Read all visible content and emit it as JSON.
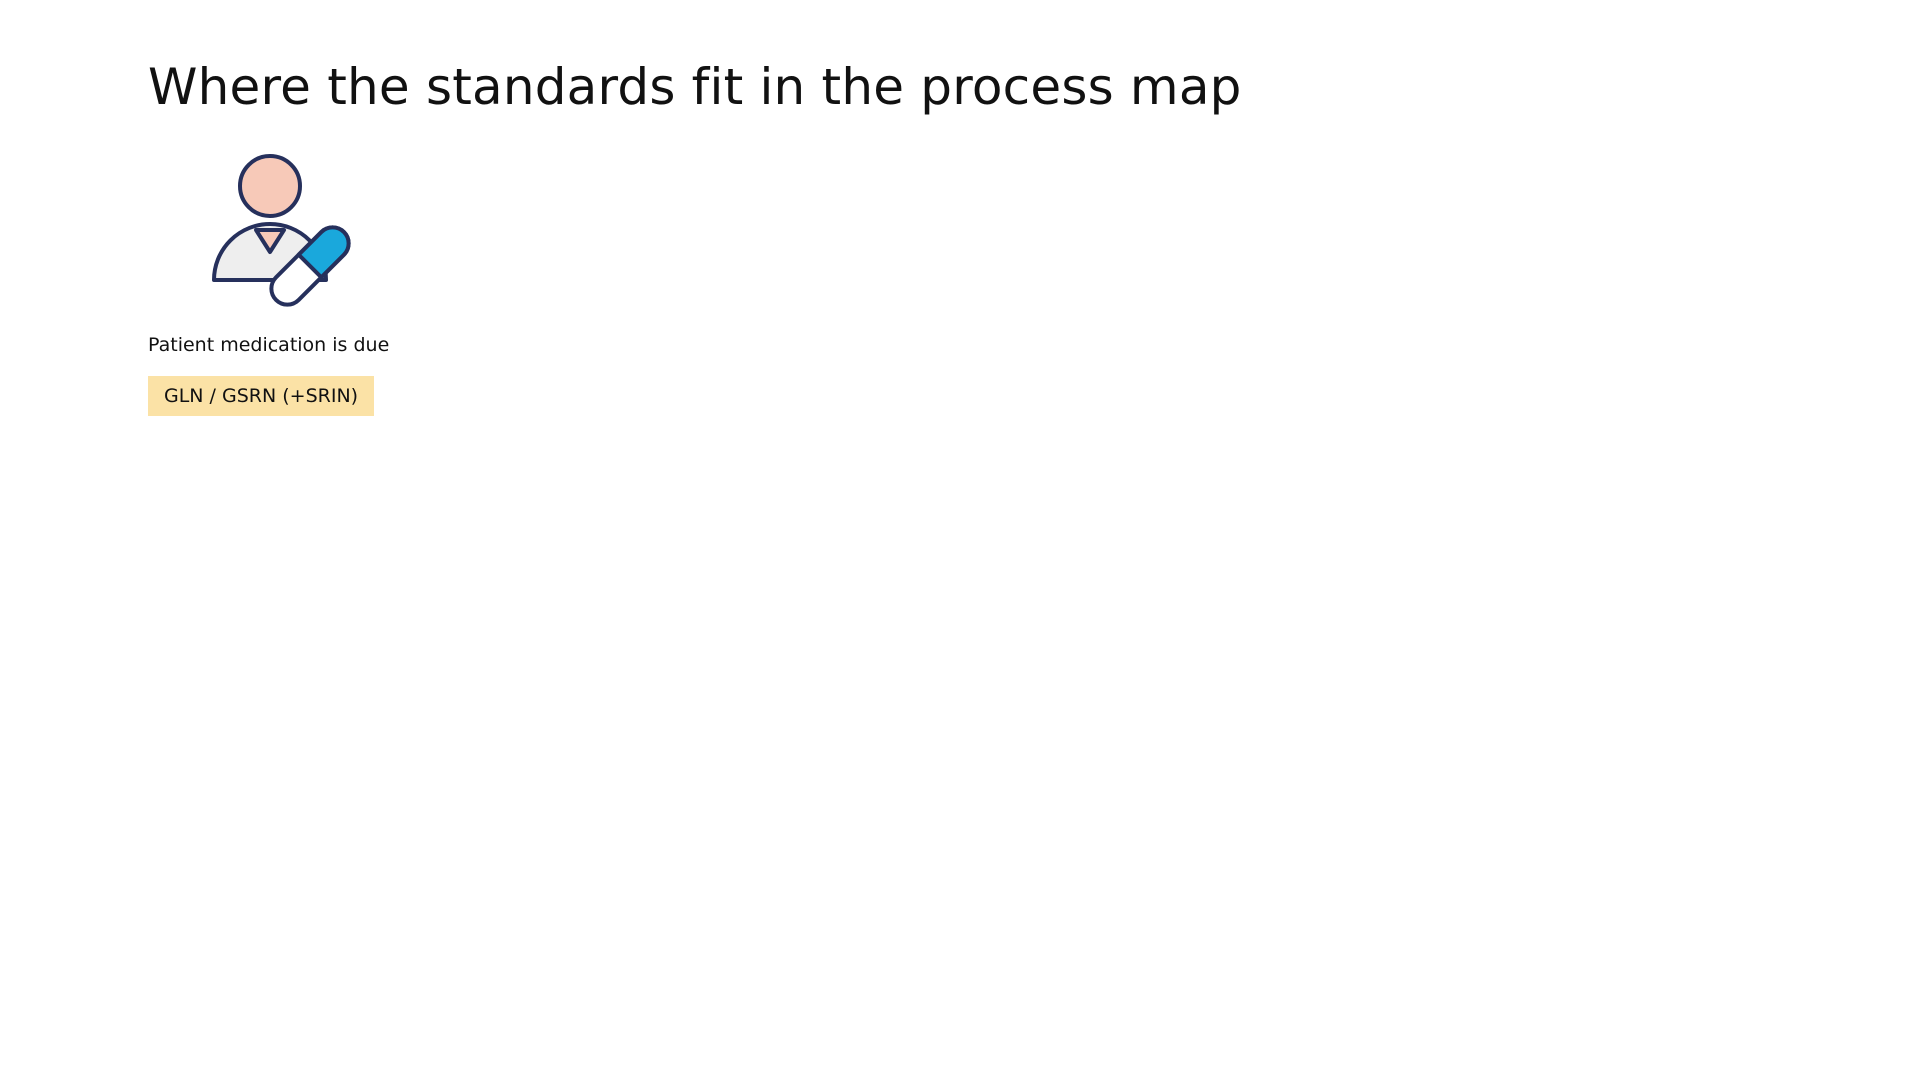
{
  "title": "Where the standards fit in the process map",
  "steps": [
    {
      "label": "Patient medication is due",
      "icon": "patient-medication-icon",
      "standards_badge": "GLN / GSRN (+SRIN)"
    }
  ],
  "colors": {
    "badge_background": "#fbe2a6",
    "icon_outline": "#26305c",
    "icon_skin": "#f7c9b8",
    "icon_pill_cap": "#1aa8dc",
    "icon_body": "#eeeeee"
  }
}
